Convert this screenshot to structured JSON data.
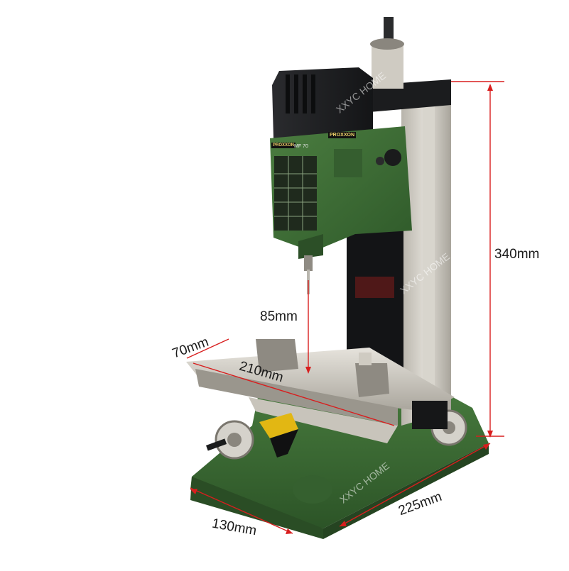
{
  "dimensions": {
    "height": "340mm",
    "spindle_to_table": "85mm",
    "table_y_travel": "70mm",
    "table_length": "210mm",
    "base_width": "130mm",
    "base_depth": "225mm"
  },
  "machine": {
    "brand": "PROXXON",
    "model": "MF 70"
  },
  "watermark": "XXYC HOME",
  "colors": {
    "body_green": "#3d6b35",
    "head_black": "#1c1d1f",
    "column_silver": "#c9c6bf",
    "dimension_red": "#d81e1e"
  }
}
